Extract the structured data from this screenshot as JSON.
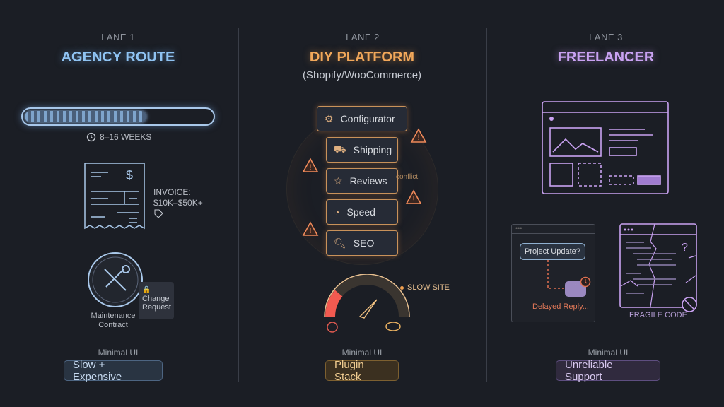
{
  "lanes": [
    {
      "label": "LANE 1",
      "title": "AGENCY ROUTE",
      "color": "#8fc3f2",
      "timeline": "8–16 WEEKS",
      "timeline_progress": 0.65,
      "invoice": "INVOICE:",
      "invoice_range": "$10K–$50K+",
      "maintenance": "Maintenance Contract",
      "change_request": "Change Request",
      "minimal": "Minimal UI",
      "badge": "Slow + Expensive"
    },
    {
      "label": "LANE 2",
      "title": "DIY PLATFORM",
      "subtitle": "(Shopify/WooCommerce)",
      "color": "#f2a85a",
      "plugins": [
        "Configurator",
        "Shipping",
        "Reviews",
        "Speed",
        "SEO"
      ],
      "conflict": "conflict",
      "slow_site": "SLOW SITE",
      "minimal": "Minimal UI",
      "badge": "Plugin Stack"
    },
    {
      "label": "LANE 3",
      "title": "FREELANCER",
      "color": "#c9a2f2",
      "project_update": "Project Update?",
      "delayed_reply": "Delayed Reply...",
      "fragile_code": "FRAGILE CODE",
      "minimal": "Minimal UI",
      "badge": "Unreliable Support"
    }
  ]
}
